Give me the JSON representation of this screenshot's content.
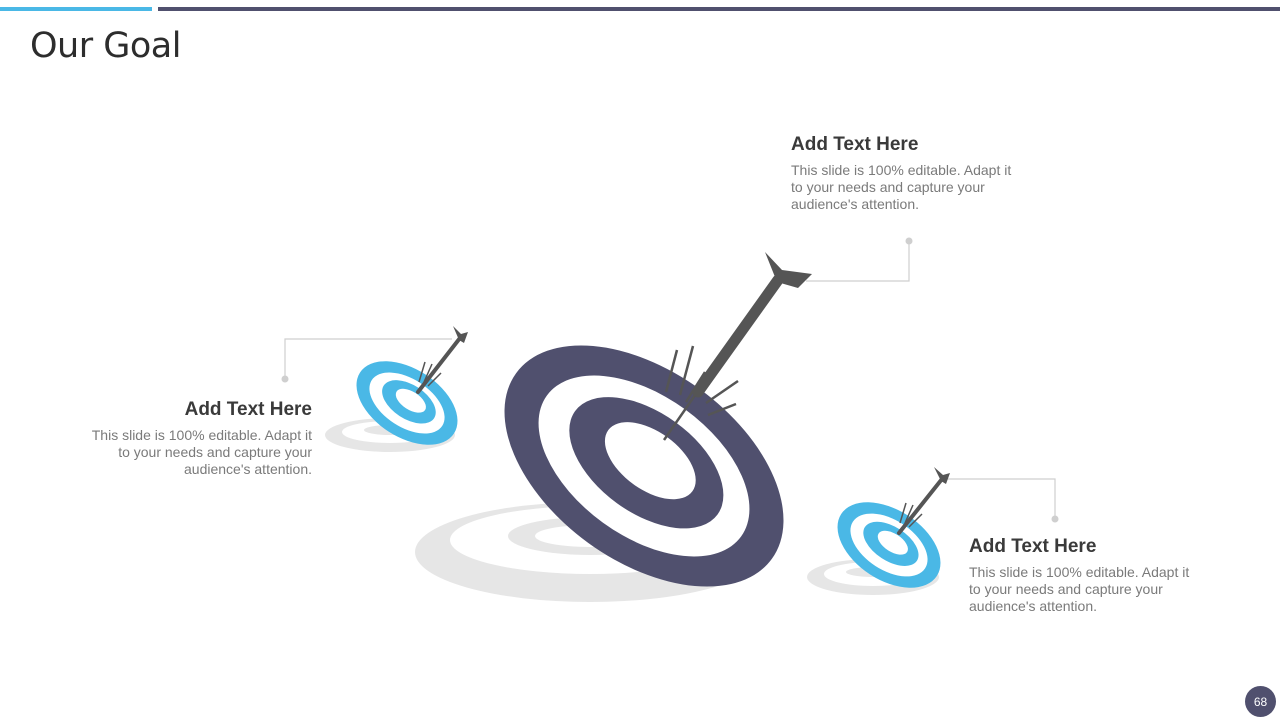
{
  "slide": {
    "title": "Our Goal",
    "page_number": "68",
    "colors": {
      "accent_blue": "#4ab8e6",
      "navy": "#50506e",
      "shadow": "#e6e6e6",
      "dart": "#555555"
    }
  },
  "blocks": [
    {
      "heading": "Add Text Here",
      "body": "This slide is 100% editable. Adapt it to your needs and capture your audience's attention."
    },
    {
      "heading": "Add Text Here",
      "body": "This slide is 100% editable. Adapt it to your needs and capture your audience's attention."
    },
    {
      "heading": "Add Text Here",
      "body": "This slide is 100% editable. Adapt it to your needs and capture your audience's attention."
    }
  ],
  "icons": [
    "large-target-icon",
    "small-target-left-icon",
    "small-target-right-icon",
    "dart-icon"
  ]
}
